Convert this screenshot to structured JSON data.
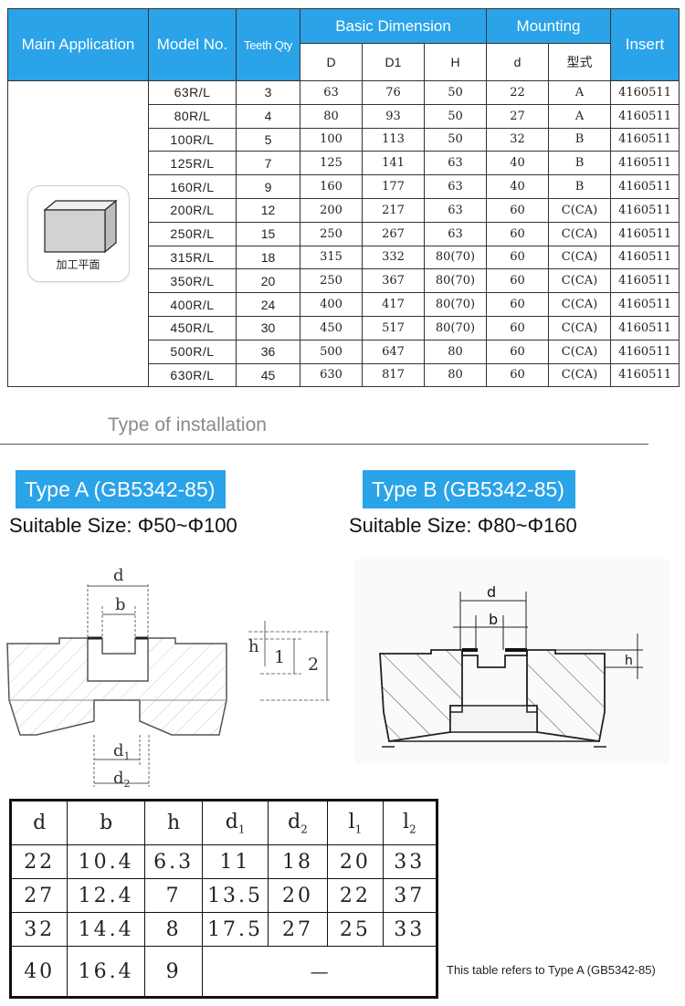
{
  "spec_table": {
    "headers": {
      "main_application": "Main Application",
      "model_no": "Model No.",
      "teeth_qty": "Teeth Qty",
      "basic_dimension": "Basic Dimension",
      "mounting": "Mounting",
      "insert": "Insert",
      "sub_D": "D",
      "sub_D1": "D1",
      "sub_H": "H",
      "sub_d": "d",
      "sub_type": "型式"
    },
    "application_caption": "加工平面",
    "rows": [
      {
        "model": "63R/L",
        "teeth": "3",
        "D": "63",
        "D1": "76",
        "H": "50",
        "d": "22",
        "type": "A",
        "insert": "4160511"
      },
      {
        "model": "80R/L",
        "teeth": "4",
        "D": "80",
        "D1": "93",
        "H": "50",
        "d": "27",
        "type": "A",
        "insert": "4160511"
      },
      {
        "model": "100R/L",
        "teeth": "5",
        "D": "100",
        "D1": "113",
        "H": "50",
        "d": "32",
        "type": "B",
        "insert": "4160511"
      },
      {
        "model": "125R/L",
        "teeth": "7",
        "D": "125",
        "D1": "141",
        "H": "63",
        "d": "40",
        "type": "B",
        "insert": "4160511"
      },
      {
        "model": "160R/L",
        "teeth": "9",
        "D": "160",
        "D1": "177",
        "H": "63",
        "d": "40",
        "type": "B",
        "insert": "4160511"
      },
      {
        "model": "200R/L",
        "teeth": "12",
        "D": "200",
        "D1": "217",
        "H": "63",
        "d": "60",
        "type": "C(CA)",
        "insert": "4160511"
      },
      {
        "model": "250R/L",
        "teeth": "15",
        "D": "250",
        "D1": "267",
        "H": "63",
        "d": "60",
        "type": "C(CA)",
        "insert": "4160511"
      },
      {
        "model": "315R/L",
        "teeth": "18",
        "D": "315",
        "D1": "332",
        "H": "80(70)",
        "d": "60",
        "type": "C(CA)",
        "insert": "4160511"
      },
      {
        "model": "350R/L",
        "teeth": "20",
        "D": "250",
        "D1": "367",
        "H": "80(70)",
        "d": "60",
        "type": "C(CA)",
        "insert": "4160511"
      },
      {
        "model": "400R/L",
        "teeth": "24",
        "D": "400",
        "D1": "417",
        "H": "80(70)",
        "d": "60",
        "type": "C(CA)",
        "insert": "4160511"
      },
      {
        "model": "450R/L",
        "teeth": "30",
        "D": "450",
        "D1": "517",
        "H": "80(70)",
        "d": "60",
        "type": "C(CA)",
        "insert": "4160511"
      },
      {
        "model": "500R/L",
        "teeth": "36",
        "D": "500",
        "D1": "647",
        "H": "80",
        "d": "60",
        "type": "C(CA)",
        "insert": "4160511"
      },
      {
        "model": "630R/L",
        "teeth": "45",
        "D": "630",
        "D1": "817",
        "H": "80",
        "d": "60",
        "type": "C(CA)",
        "insert": "4160511"
      }
    ]
  },
  "installation": {
    "title": "Type of installation",
    "type_a": {
      "label": "Type A (GB5342-85)",
      "size": "Suitable Size: Φ50~Φ100"
    },
    "type_b": {
      "label": "Type B (GB5342-85)",
      "size": "Suitable Size: Φ80~Φ160"
    }
  },
  "diagram_a_labels": {
    "d": "d",
    "b": "b",
    "h": "h",
    "l1": "1",
    "l2": "2",
    "d1": "d",
    "d1_sub": "1",
    "d2": "d",
    "d2_sub": "2"
  },
  "diagram_b_labels": {
    "d": "d",
    "b": "b",
    "h": "h"
  },
  "type_a_table": {
    "headers": [
      {
        "main": "d",
        "sub": ""
      },
      {
        "main": "b",
        "sub": ""
      },
      {
        "main": "h",
        "sub": ""
      },
      {
        "main": "d",
        "sub": "1"
      },
      {
        "main": "d",
        "sub": "2"
      },
      {
        "main": "l",
        "sub": "1"
      },
      {
        "main": "l",
        "sub": "2"
      }
    ],
    "rows": [
      [
        "22",
        "10.4",
        "6.3",
        "11",
        "18",
        "20",
        "33"
      ],
      [
        "27",
        "12.4",
        "7",
        "13.5",
        "20",
        "22",
        "37"
      ],
      [
        "32",
        "14.4",
        "8",
        "17.5",
        "27",
        "25",
        "33"
      ]
    ],
    "last_row": {
      "d": "40",
      "b": "16.4",
      "h": "9",
      "rest": "—"
    },
    "note": "This table refers to Type A (GB5342-85)"
  }
}
